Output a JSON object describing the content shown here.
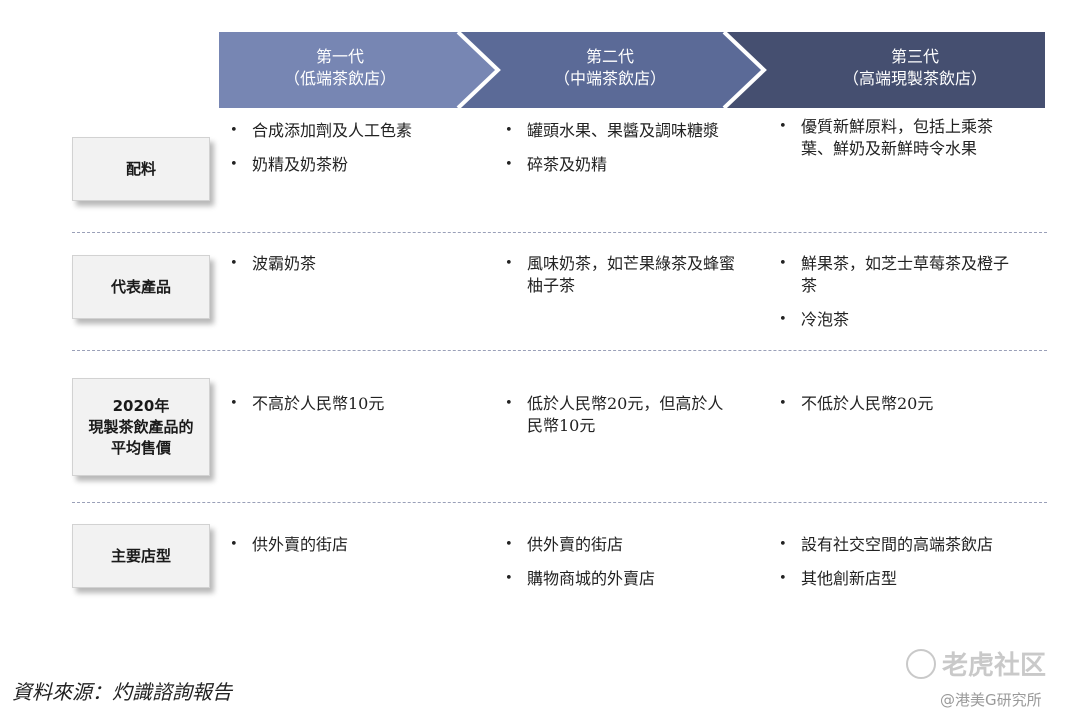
{
  "generations": [
    {
      "title": "第一代",
      "subtitle": "（低端茶飲店）"
    },
    {
      "title": "第二代",
      "subtitle": "（中端茶飲店）"
    },
    {
      "title": "第三代",
      "subtitle": "（高端現製茶飲店）"
    }
  ],
  "colors": {
    "gen1": "#7786b3",
    "gen2": "#5b6a97",
    "gen3": "#454f70"
  },
  "rows": [
    {
      "label": [
        "配料"
      ],
      "cells": [
        [
          "合成添加劑及人工色素",
          "奶精及奶茶粉"
        ],
        [
          "罐頭水果、果醬及調味糖漿",
          "碎茶及奶精"
        ],
        [
          "優質新鮮原料，包括上乘茶葉、鮮奶及新鮮時令水果"
        ]
      ]
    },
    {
      "label": [
        "代表產品"
      ],
      "cells": [
        [
          "波霸奶茶"
        ],
        [
          "風味奶茶，如芒果綠茶及蜂蜜柚子茶"
        ],
        [
          "鮮果茶，如芝士草莓茶及橙子茶",
          "冷泡茶"
        ]
      ]
    },
    {
      "label": [
        "2020年",
        "現製茶飲產品的",
        "平均售價"
      ],
      "cells": [
        [
          "不高於人民幣10元"
        ],
        [
          "低於人民幣20元，但高於人民幣10元"
        ],
        [
          "不低於人民幣20元"
        ]
      ]
    },
    {
      "label": [
        "主要店型"
      ],
      "cells": [
        [
          "供外賣的街店"
        ],
        [
          "供外賣的街店",
          "購物商城的外賣店"
        ],
        [
          "設有社交空間的高端茶飲店",
          "其他創新店型"
        ]
      ]
    }
  ],
  "bullet": "•",
  "source": "資料來源：灼識諮詢報告",
  "watermark": {
    "main": "老虎社区",
    "sub": "@港美G研究所"
  }
}
